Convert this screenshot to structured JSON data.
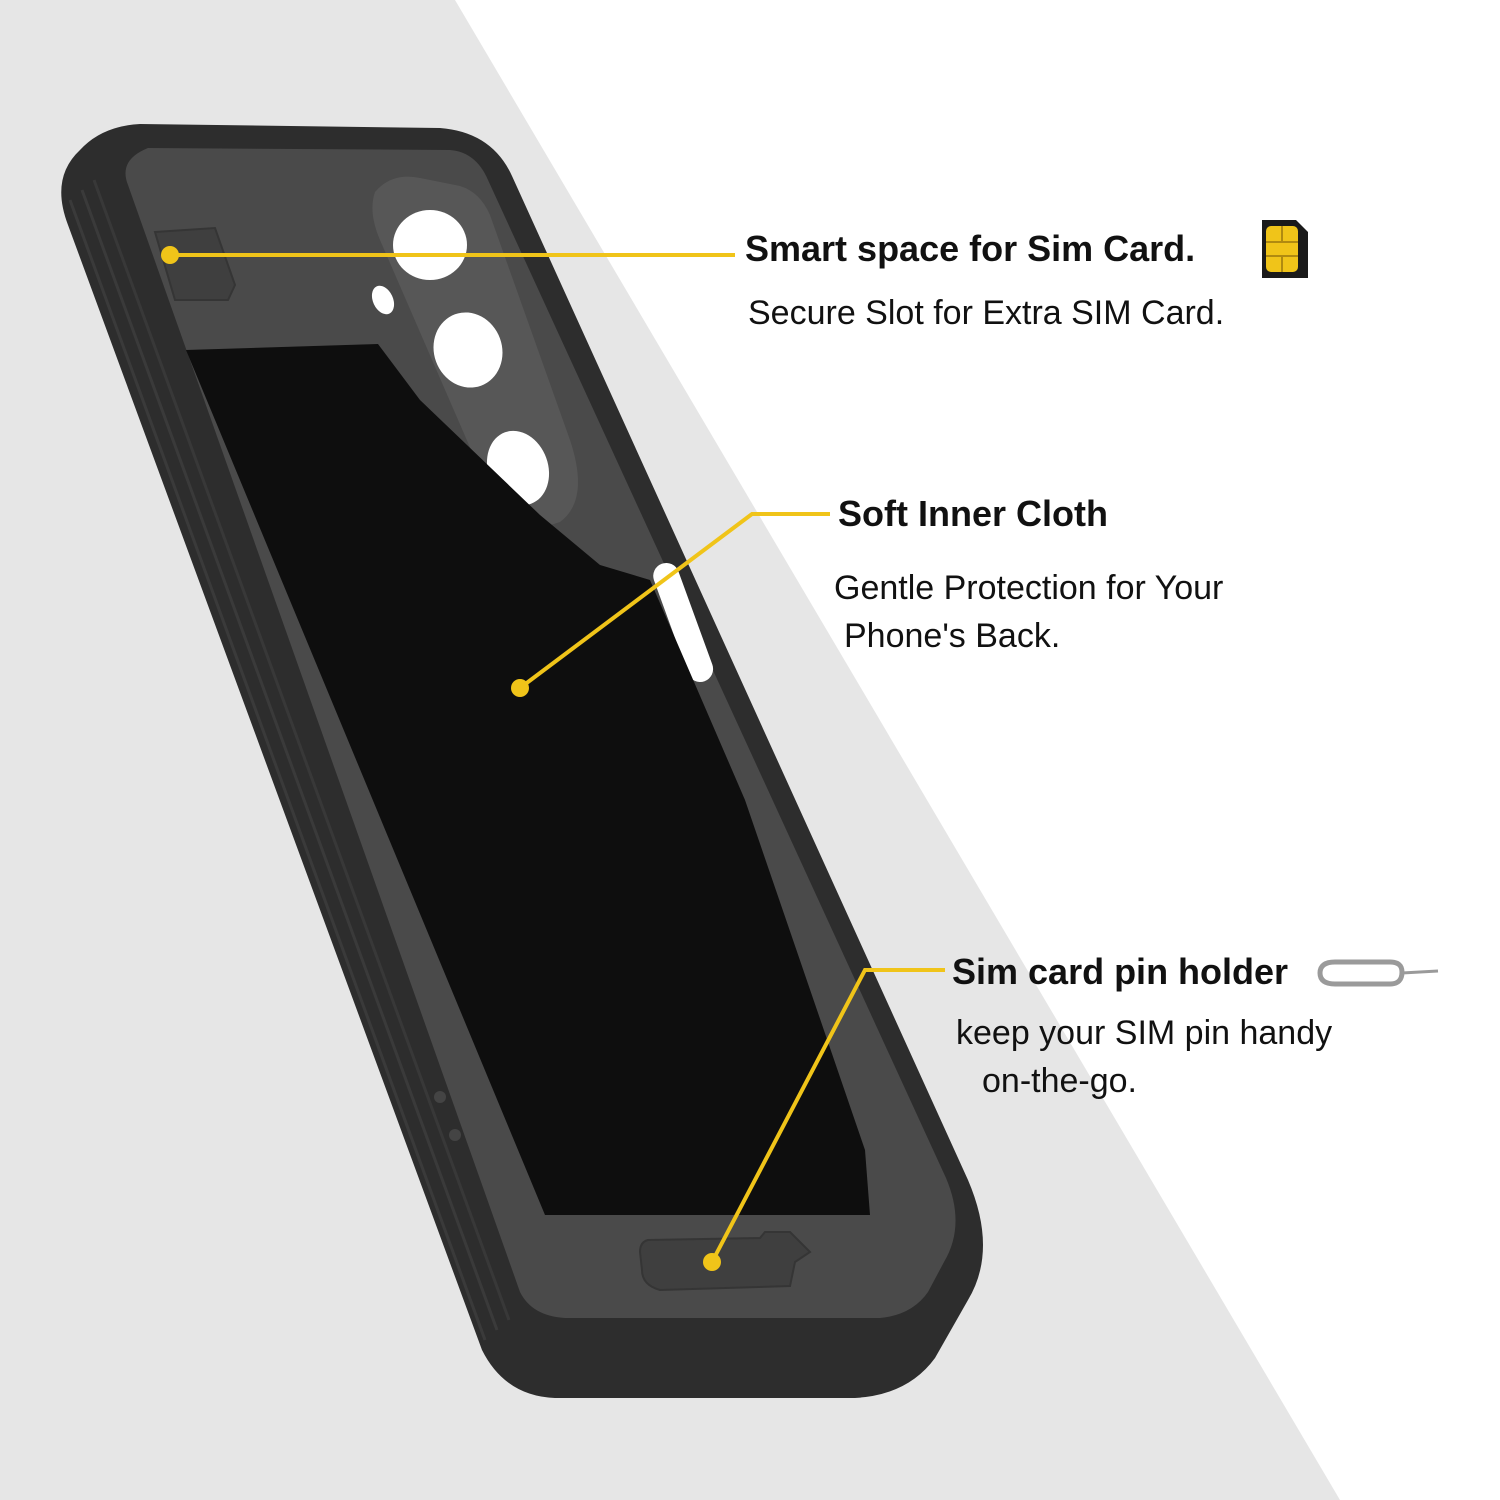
{
  "colors": {
    "background_gray": "#e6e6e6",
    "background_white": "#ffffff",
    "case_outer": "#2d2d2d",
    "case_inner": "#4a4a4a",
    "cloth": "#0e0e0e",
    "accent_yellow": "#f0c419",
    "text": "#111111"
  },
  "callouts": {
    "sim_space": {
      "title": "Smart space for Sim Card.",
      "description": "Secure Slot for Extra SIM Card.",
      "icon": "sim-card-icon"
    },
    "inner_cloth": {
      "title": "Soft Inner Cloth",
      "description_line1": "Gentle Protection for Your",
      "description_line2": "Phone's Back."
    },
    "pin_holder": {
      "title": "Sim card pin holder",
      "description_line1": "keep your SIM pin handy",
      "description_line2": "on-the-go.",
      "icon": "sim-ejector-pin-icon"
    }
  }
}
